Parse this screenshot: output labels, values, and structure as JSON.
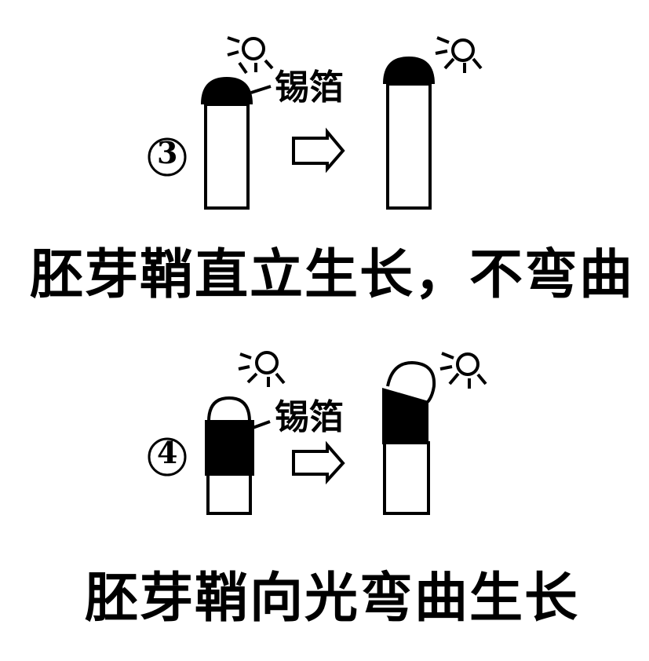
{
  "experiments": [
    {
      "number": "③",
      "foil_label": "锡箔",
      "foil_position": "tip",
      "result_caption": "胚芽鞘直立生长，不弯曲"
    },
    {
      "number": "④",
      "foil_label": "锡箔",
      "foil_position": "below tip",
      "result_caption": "胚芽鞘向光弯曲生长"
    }
  ],
  "icons": {
    "light_source": "sun-icon",
    "transition": "hollow-arrow-right-icon"
  },
  "colors": {
    "stroke": "#000000",
    "foil_fill": "#000000",
    "background": "#ffffff"
  }
}
